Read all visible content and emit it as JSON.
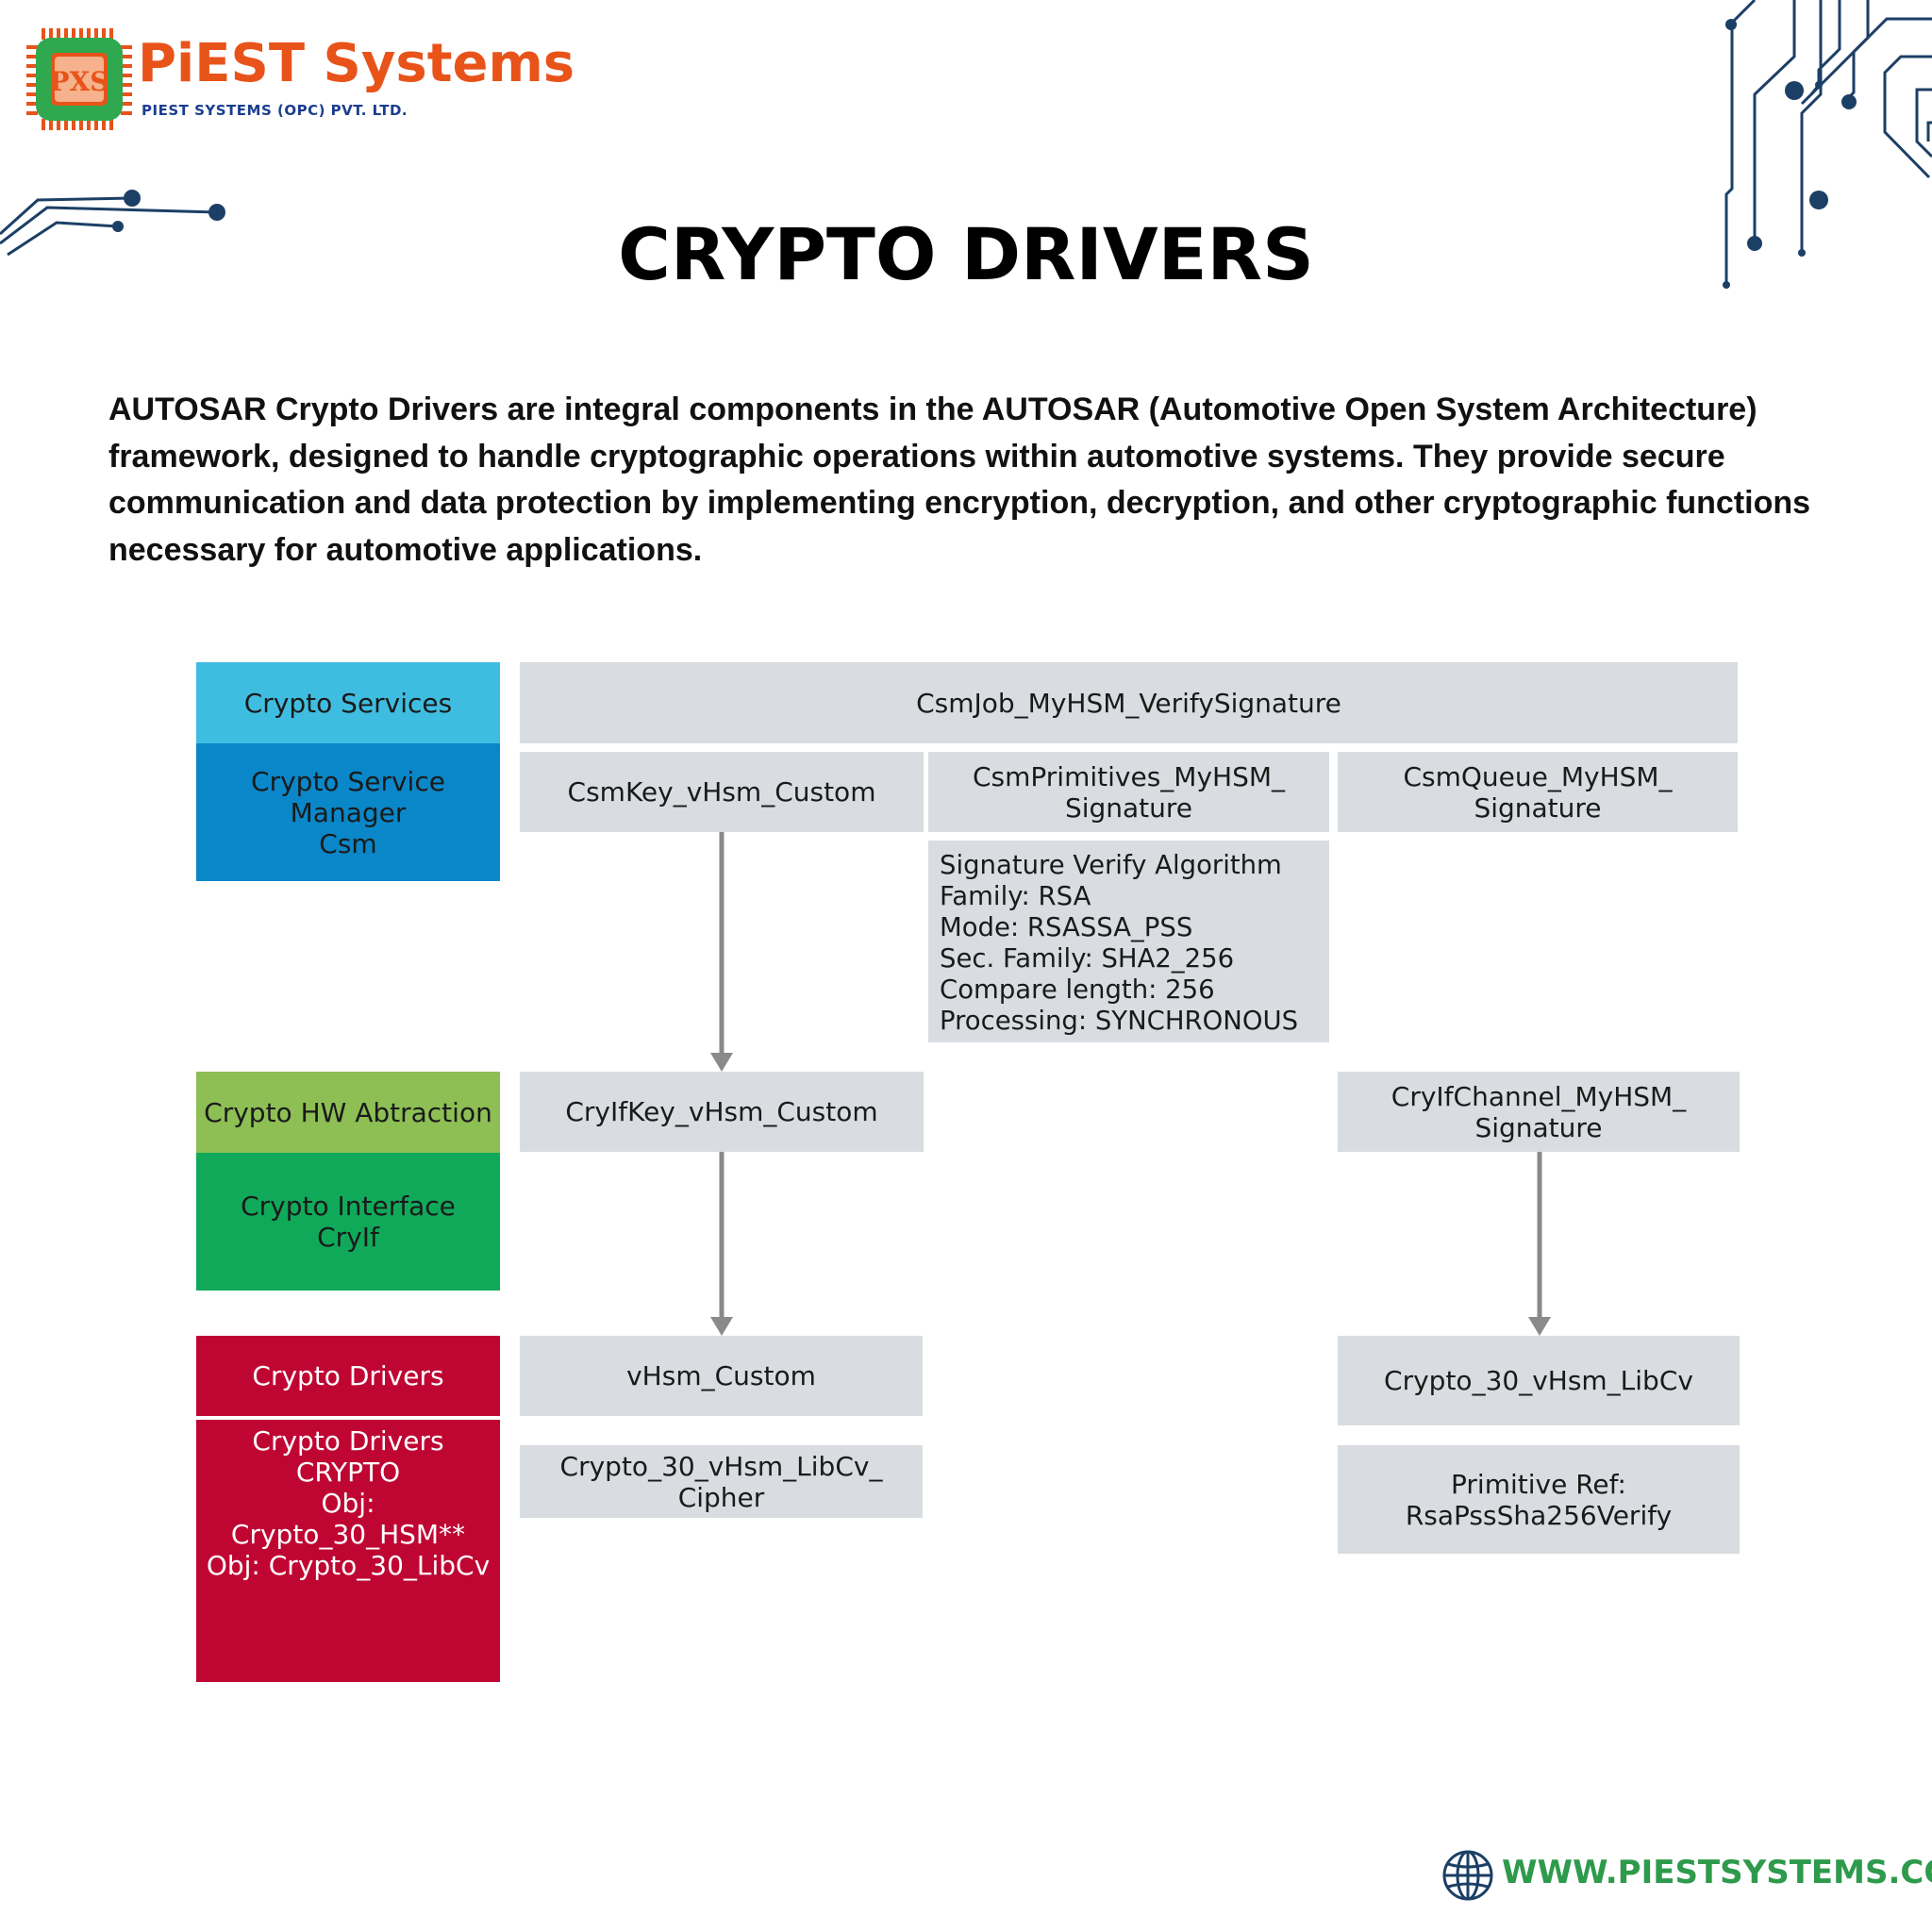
{
  "brand": {
    "name": "PiEST Systems",
    "chip_text": "PXS",
    "subtitle": "PIEST SYSTEMS (OPC) PVT. LTD."
  },
  "title": "CRYPTO DRIVERS",
  "intro": "AUTOSAR Crypto Drivers are integral components in the AUTOSAR (Automotive Open System Architecture) framework, designed to handle cryptographic operations within automotive systems. They provide secure communication and data protection by implementing encryption, decryption, and other cryptographic functions necessary for automotive applications.",
  "layers": {
    "services_header": "Crypto Services",
    "services_body": "Crypto Service\nManager\nCsm",
    "hw_header": "Crypto HW Abtraction",
    "hw_body": "Crypto Interface\nCryIf",
    "drivers_header": "Crypto Drivers",
    "drivers_body": "Crypto Drivers\nCRYPTO\nObj:\nCrypto_30_HSM**\nObj: Crypto_30_LibCv"
  },
  "nodes": {
    "csm_job": "CsmJob_MyHSM_VerifySignature",
    "csm_key": "CsmKey_vHsm_Custom",
    "csm_primitives": "CsmPrimitives_MyHSM_\nSignature",
    "csm_queue": "CsmQueue_MyHSM_\nSignature",
    "algorithm": "Signature Verify Algorithm\nFamily: RSA\nMode: RSASSA_PSS\nSec. Family: SHA2_256\nCompare length: 256\nProcessing: SYNCHRONOUS",
    "cryif_key": "CryIfKey_vHsm_Custom",
    "cryif_channel": "CryIfChannel_MyHSM_\nSignature",
    "vhsm_custom": "vHsm_Custom",
    "crypto_libcv_cipher": "Crypto_30_vHsm_LibCv_\nCipher",
    "crypto_libcv": "Crypto_30_vHsm_LibCv",
    "primitive_ref": "Primitive Ref:\nRsaPssSha256Verify"
  },
  "colors": {
    "brand_orange": "#e8531a",
    "brand_blue": "#1b3d8f",
    "brand_green": "#2e9a4c",
    "services_header": "#3fbde0",
    "services_body": "#0a87c8",
    "hw_header": "#8dbf55",
    "hw_body": "#10a95a",
    "drivers": "#bf0633",
    "node_gray": "#d9dde1",
    "circuit": "#1c3f66"
  },
  "icons": [
    "chip-logo-icon",
    "globe-icon",
    "circuit-decoration"
  ],
  "footer": {
    "url": "WWW.PIESTSYSTEMS.COM"
  }
}
